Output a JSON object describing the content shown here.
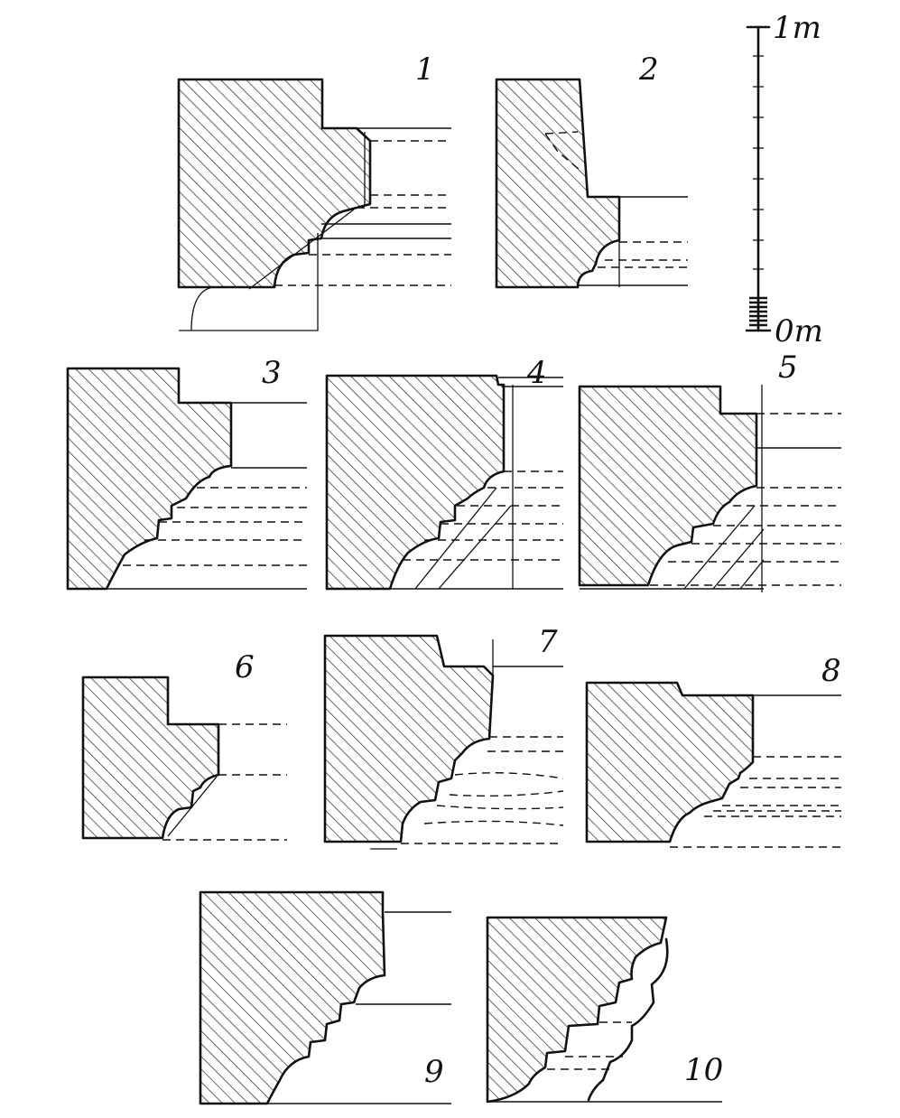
{
  "plate": {
    "figures": [
      {
        "id": "fig-1",
        "label": "1"
      },
      {
        "id": "fig-2",
        "label": "2"
      },
      {
        "id": "fig-3",
        "label": "3"
      },
      {
        "id": "fig-4",
        "label": "4"
      },
      {
        "id": "fig-5",
        "label": "5"
      },
      {
        "id": "fig-6",
        "label": "6"
      },
      {
        "id": "fig-7",
        "label": "7"
      },
      {
        "id": "fig-8",
        "label": "8"
      },
      {
        "id": "fig-9",
        "label": "9"
      },
      {
        "id": "fig-10",
        "label": "10"
      }
    ],
    "scale": {
      "top_label": "1m",
      "bottom_label": "0m"
    }
  }
}
